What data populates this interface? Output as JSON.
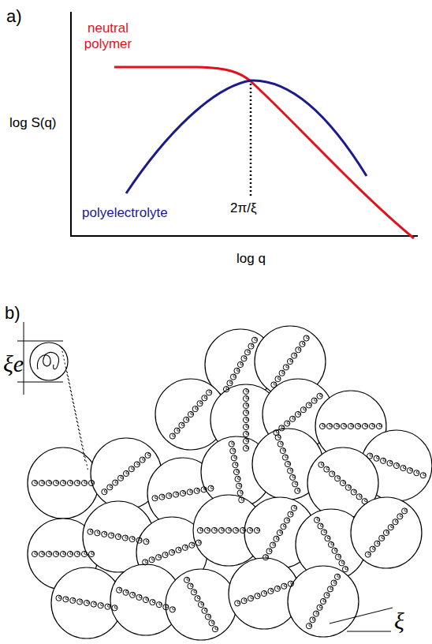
{
  "diagram": {
    "labels": [
      "a)",
      "neutral polymer",
      "polyelectrolyte",
      "2π/ξ",
      "log S(q)",
      "log q",
      "b)",
      "ξe",
      "ξ"
    ]
  }
}
